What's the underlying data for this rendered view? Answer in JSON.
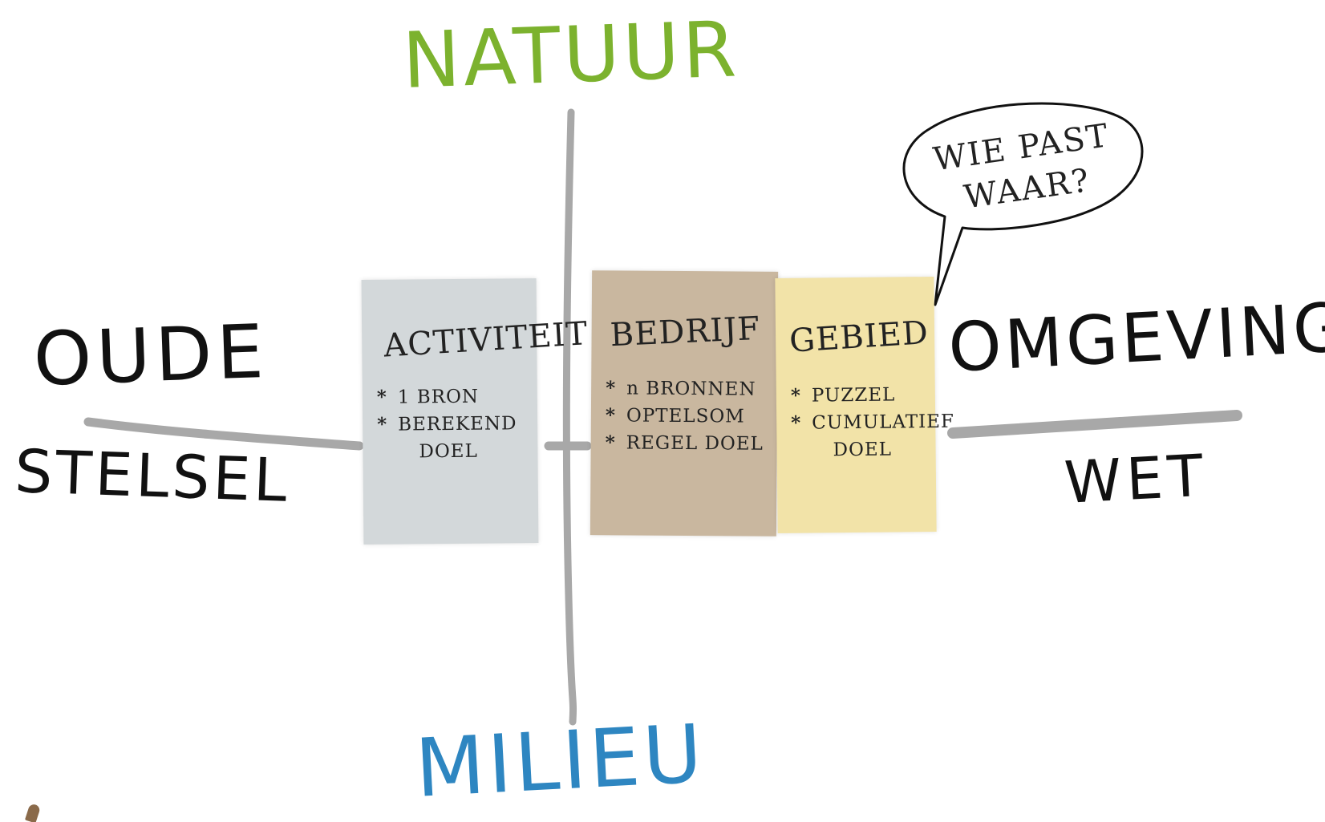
{
  "axes": {
    "top": "NATUUR",
    "bottom": "MILIEU",
    "left_line1": "OUDE",
    "left_line2": "STELSEL",
    "right_line1": "OMGEVINGS",
    "right_line2": "WET"
  },
  "cards": [
    {
      "title": "ACTIVITEIT",
      "items": [
        "1 BRON",
        "BEREKEND",
        "DOEL"
      ]
    },
    {
      "title": "BEDRIJF",
      "items": [
        "n BRONNEN",
        "OPTELSOM",
        "REGEL DOEL"
      ]
    },
    {
      "title": "GEBIED",
      "items": [
        "PUZZEL",
        "CUMULATIEF",
        "DOEL"
      ]
    }
  ],
  "speech_bubble": {
    "line1": "WIE PAST",
    "line2": "WAAR?"
  },
  "colors": {
    "natuur": "#7cb22e",
    "milieu": "#2e86c1",
    "ink": "#111111",
    "axis_line": "#a8a8a8",
    "card_activiteit": "#d3d8da",
    "card_bedrijf": "#c9b79f",
    "card_gebied": "#f2e3a8"
  }
}
